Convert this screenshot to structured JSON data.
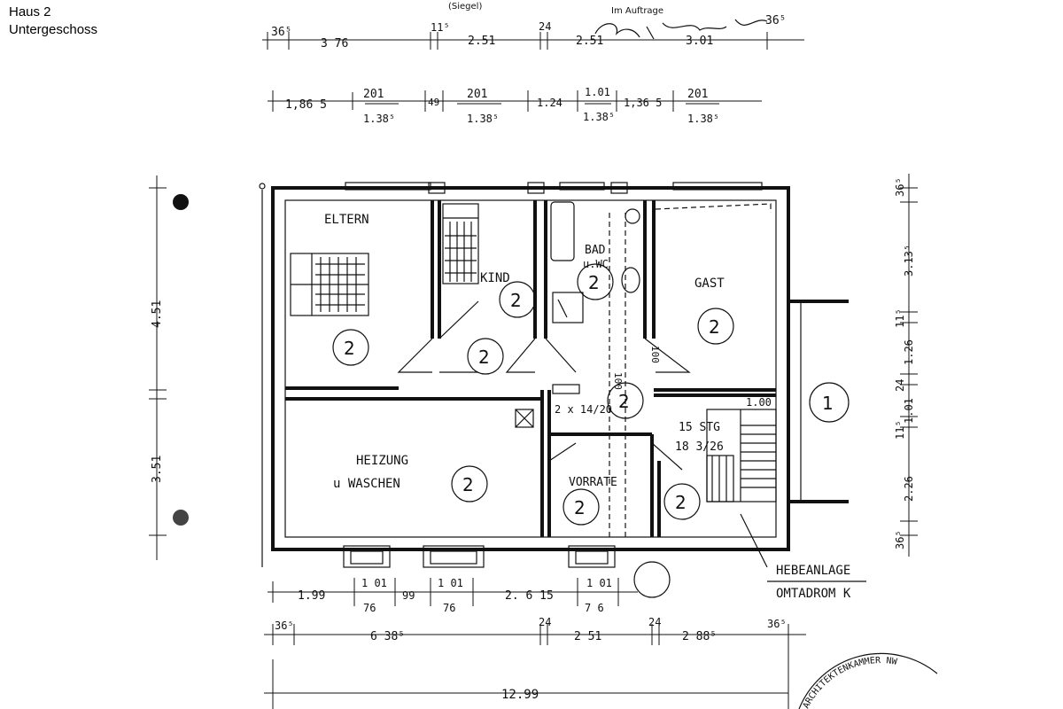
{
  "header": {
    "line1": "Haus 2",
    "line2": "Untergeschoss"
  },
  "top_notes": {
    "siegel": "(Siegel)",
    "im_auftrage": "Im Auftrage"
  },
  "rooms": {
    "eltern": "ELTERN",
    "kind": "KIND",
    "bad": "BAD",
    "wc": "u.WC",
    "gast": "GAST",
    "heizung": "HEIZUNG",
    "waschen": "u WASCHEN",
    "vorrate": "VORRATE",
    "stairs_count": "15 STG",
    "stairs_ratio": "18 3/26",
    "stairs_width": "1.00",
    "duct": "2 x 14/20",
    "duct_width": "100",
    "hebeanlage": "HEBEANLAGE",
    "omtadrom": "OMTADROM K"
  },
  "markers": {
    "room_number": "2",
    "external_number": "1"
  },
  "dims_top_row1": [
    "36⁵",
    "3 76",
    "11⁵",
    "2.51",
    "24",
    "2.51",
    "3.01",
    "36⁵"
  ],
  "dims_top_row2": [
    "1,86 5",
    "201",
    "1.38⁵",
    "49",
    "201",
    "1.38⁵",
    "1.24",
    "1.01",
    "1.38⁵",
    "1,36 5",
    "201",
    "1.38⁵"
  ],
  "dims_left": [
    "4.51",
    "3.51"
  ],
  "dims_right": [
    "36⁵",
    "3.13⁵",
    "11⁵",
    "1.26",
    "24",
    "1.01",
    "11⁵",
    "2.26",
    "36⁵"
  ],
  "dims_bottom_row1": [
    "1.99",
    "1 01",
    "76",
    "99",
    "1 01",
    "76",
    "2. 6 15",
    "1 01",
    "7 6"
  ],
  "dims_bottom_row2": [
    "36⁵",
    "6 38⁵",
    "24",
    "2 51",
    "24",
    "2 88⁵",
    "36⁵"
  ],
  "dims_bottom_total": "12.99",
  "stamp_text": "ARCHITEKTENKAMMER NW"
}
